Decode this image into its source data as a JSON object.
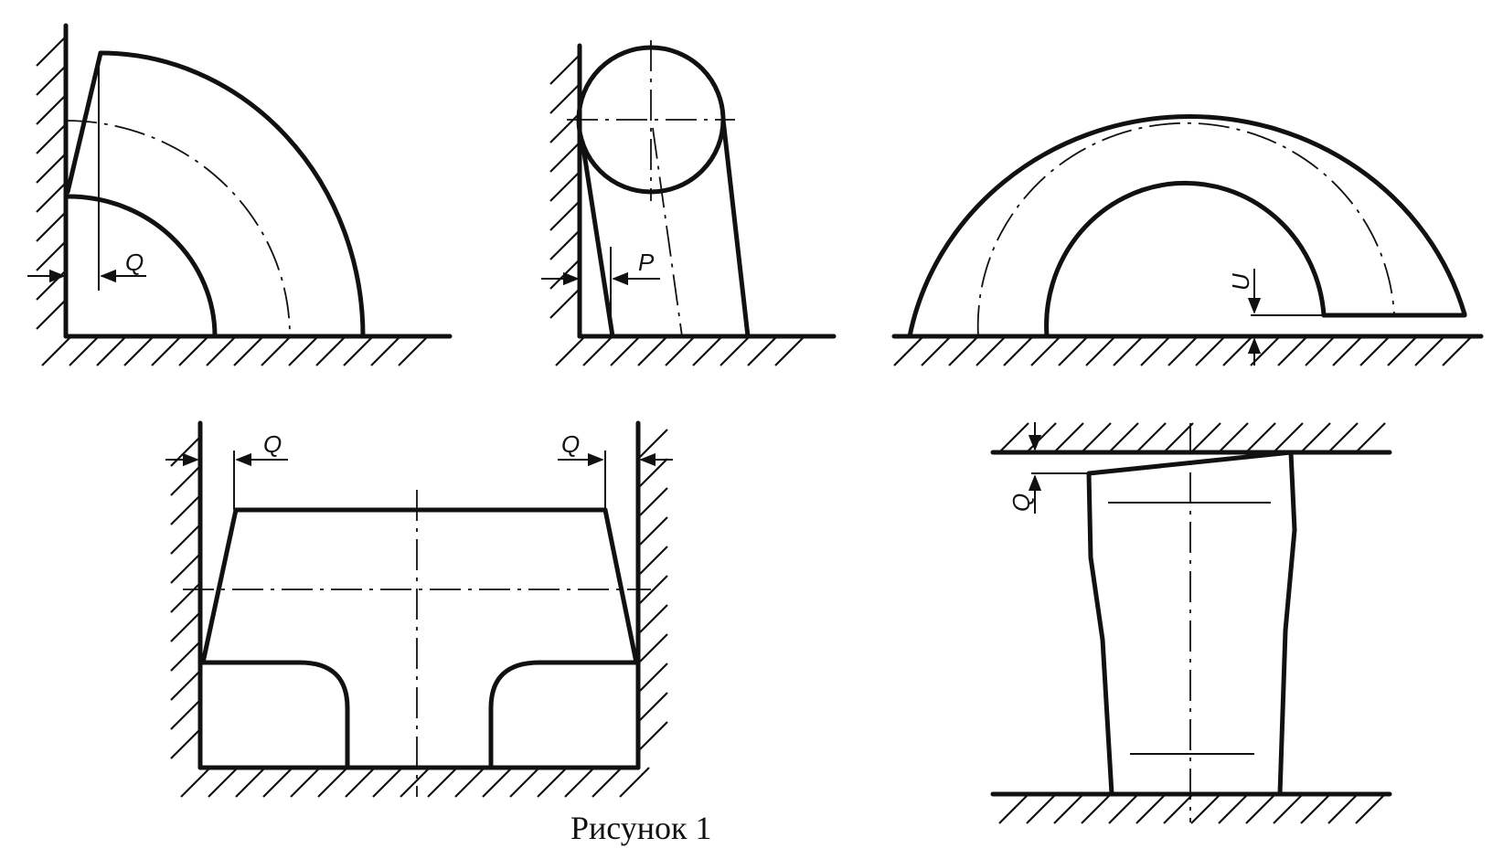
{
  "figure": {
    "caption": "Рисунок 1",
    "fig1": {
      "dim_label": "Q"
    },
    "fig2": {
      "dim_label": "P"
    },
    "fig3": {
      "dim_label": "U"
    },
    "fig4": {
      "dim_label_left": "Q",
      "dim_label_right": "Q"
    },
    "fig5": {
      "dim_label": "Q"
    }
  }
}
